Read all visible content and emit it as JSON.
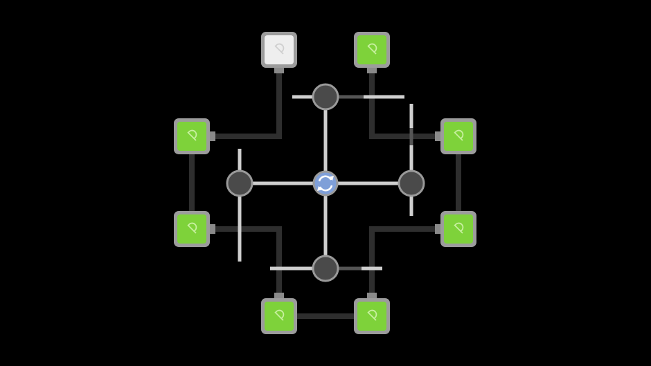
{
  "game": {
    "colors": {
      "background": "#000000",
      "lit_light": "#7ed23a",
      "unlit_light": "#eeeeee",
      "cable": "#2e2e2e",
      "pipe": "#cfcfcf",
      "junction": "#4a4a4a",
      "hub": "#7f9fd8"
    },
    "hub_icon": "rotate-arrows-icon",
    "light_icon": "bulb-icon",
    "lights": [
      {
        "id": "top-left",
        "lit": false
      },
      {
        "id": "top-right",
        "lit": true
      },
      {
        "id": "left-upper",
        "lit": true
      },
      {
        "id": "right-upper",
        "lit": true
      },
      {
        "id": "left-lower",
        "lit": true
      },
      {
        "id": "right-lower",
        "lit": true
      },
      {
        "id": "bottom-left",
        "lit": true
      },
      {
        "id": "bottom-right",
        "lit": true
      }
    ],
    "junctions": [
      "top",
      "left",
      "right",
      "bottom"
    ]
  }
}
